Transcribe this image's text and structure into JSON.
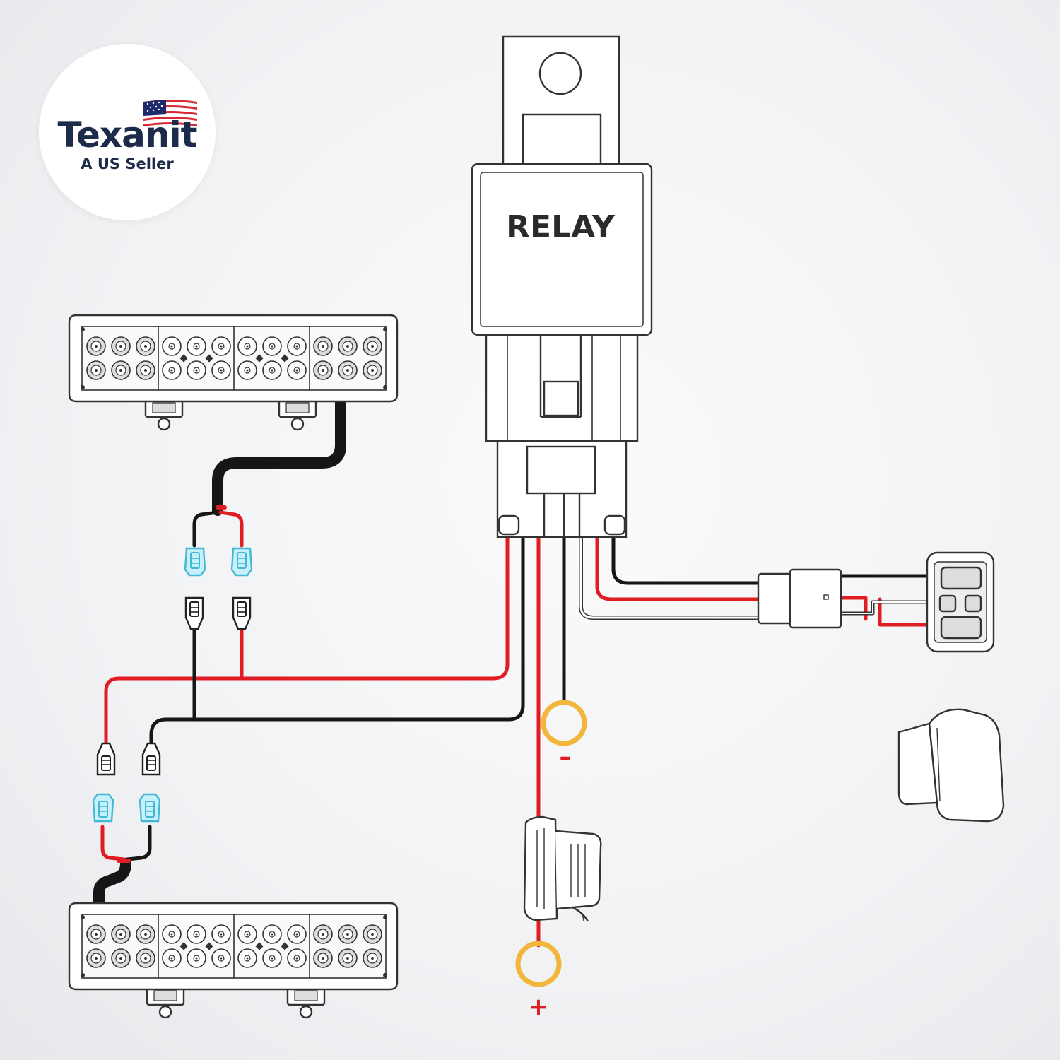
{
  "brand": {
    "name": "Texanit",
    "tagline": "A US Seller"
  },
  "diagram": {
    "relay_label": "RELAY",
    "negative_symbol": "–",
    "positive_symbol": "+"
  },
  "colors": {
    "wire_red": "#e11d24",
    "wire_black": "#161616",
    "terminal_ring": "#f2b63c",
    "connector_blue": "#43b8d4",
    "outline": "#333333"
  },
  "icons": {
    "flag": "us-flag-icon",
    "light_bar": "led-light-bar-icon",
    "relay": "relay-icon",
    "switch": "rocker-switch-icon",
    "fuse": "fuse-holder-icon"
  }
}
